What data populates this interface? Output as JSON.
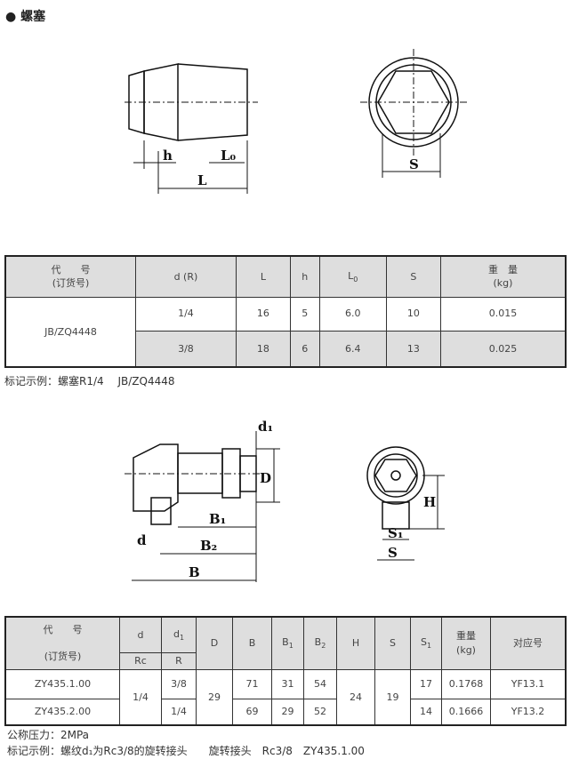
{
  "section_title": "● 螺塞",
  "drawing1": {
    "labels": {
      "h": "h",
      "L0": "L₀",
      "L": "L",
      "S": "S"
    }
  },
  "table1": {
    "headers": {
      "code": "代　　号",
      "code_sub": "(订货号)",
      "d": "d (R)",
      "L": "L",
      "h": "h",
      "L0": "L",
      "L0_sub": "0",
      "S": "S",
      "weight": "重　量",
      "weight_unit": "(kg)"
    },
    "code": "JB/ZQ4448",
    "rows": [
      {
        "d": "1/4",
        "L": "16",
        "h": "5",
        "L0": "6.0",
        "S": "10",
        "w": "0.015"
      },
      {
        "d": "3/8",
        "L": "18",
        "h": "6",
        "L0": "6.4",
        "S": "13",
        "w": "0.025"
      }
    ]
  },
  "note1": "标记示例：螺塞R1/4　 JB/ZQ4448",
  "drawing2": {
    "labels": {
      "d1": "d₁",
      "D": "D",
      "B1": "B₁",
      "B2": "B₂",
      "B": "B",
      "d": "d",
      "H": "H",
      "S1": "S₁",
      "S": "S"
    }
  },
  "table2": {
    "headers": {
      "code": "代　　号",
      "code_sub": "(订货号)",
      "d": "d",
      "d_sub": "Rc",
      "d1": "d",
      "d1_sub": "1",
      "d1_sub2": "R",
      "D": "D",
      "B": "B",
      "B1": "B",
      "B2": "B",
      "H": "H",
      "S": "S",
      "S1": "S",
      "weight": "重量",
      "weight_unit": "(kg)",
      "corr": "对应号",
      "one": "1",
      "two": "2"
    },
    "d_shared": "1/4",
    "D_shared": "29",
    "H_shared": "24",
    "S_shared": "19",
    "rows": [
      {
        "code": "ZY435.1.00",
        "d1": "3/8",
        "B": "71",
        "B1": "31",
        "B2": "54",
        "S1": "17",
        "w": "0.1768",
        "corr": "YF13.1"
      },
      {
        "code": "ZY435.2.00",
        "d1": "1/4",
        "B": "69",
        "B1": "29",
        "B2": "52",
        "S1": "14",
        "w": "0.1666",
        "corr": "YF13.2"
      }
    ]
  },
  "note2": "公称压力：2MPa",
  "note3": "标记示例：螺纹d₁为Rc3/8的旋转接头　　旋转接头　Rc3/8　ZY435.1.00"
}
